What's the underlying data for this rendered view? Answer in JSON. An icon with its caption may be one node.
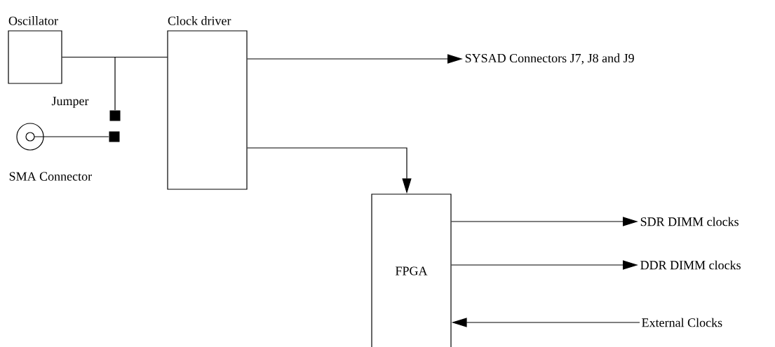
{
  "diagram": {
    "nodes": [
      {
        "text": [
          "Oscillator"
        ]
      },
      {
        "text": [
          "Clock driver"
        ]
      },
      {
        "text": [],
        "shape": "box"
      },
      {
        "text": [],
        "shape": "box"
      },
      {
        "text": [
          "SMA Connector"
        ]
      },
      {
        "text": [
          "FPGA"
        ]
      },
      {
        "text": [
          "SYSAD Connectors J7, J8 and J9"
        ]
      },
      {
        "text": [
          "SDR DIMM clocks"
        ]
      },
      {
        "text": [
          "DDR DIMM clocks"
        ]
      },
      {
        "text": [
          "External Clocks"
        ]
      }
    ],
    "edges": [
      {
        "from": 0,
        "to": 1,
        "arrow": "none"
      },
      {
        "from": 2,
        "to": 1,
        "arrow": "none"
      },
      {
        "from": 4,
        "to": 3,
        "arrow": "none"
      },
      {
        "from": 1,
        "to": 6,
        "arrow": "to"
      },
      {
        "from": 1,
        "to": 5,
        "arrow": "to"
      },
      {
        "from": 5,
        "to": 7,
        "arrow": "to"
      },
      {
        "from": 5,
        "to": 8,
        "arrow": "to"
      },
      {
        "from": 9,
        "to": 5,
        "arrow": "to"
      }
    ],
    "labels": [
      "Jumper"
    ]
  }
}
